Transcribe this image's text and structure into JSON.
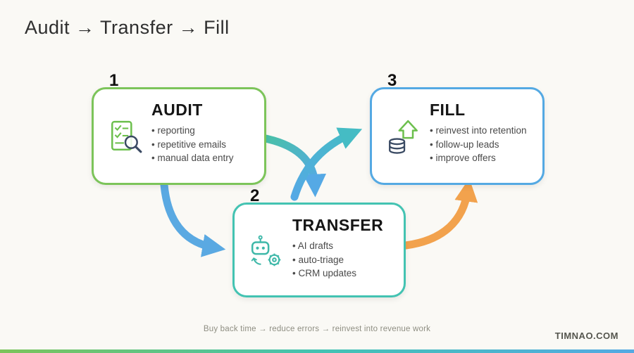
{
  "title": "Audit → Transfer → Fill",
  "steps": [
    {
      "number": "1",
      "title": "AUDIT",
      "bullets": [
        "reporting",
        "repetitive emails",
        "manual data entry"
      ],
      "accent_color": "#7cc45a",
      "icon": "checklist-magnifier-icon"
    },
    {
      "number": "2",
      "title": "TRANSFER",
      "bullets": [
        "AI drafts",
        "auto-triage",
        "CRM updates"
      ],
      "accent_color": "#43c3b2",
      "icon": "robot-gear-icon"
    },
    {
      "number": "3",
      "title": "FILL",
      "bullets": [
        "reinvest into retention",
        "follow-up leads",
        "improve offers"
      ],
      "accent_color": "#54a9e3",
      "icon": "coins-growth-icon"
    }
  ],
  "arrows": [
    {
      "name": "audit-to-transfer-left-arrow",
      "color": "#5aa9e2"
    },
    {
      "name": "audit-to-transfer-mid-arrow",
      "color_start": "#49c0a8",
      "color_end": "#55a9e5"
    },
    {
      "name": "transfer-to-fill-mid-arrow",
      "color_start": "#49c0a8",
      "color_end": "#45bcc4"
    },
    {
      "name": "transfer-to-fill-right-arrow",
      "color": "#f2a24d"
    }
  ],
  "footer": {
    "caption": "Buy back time → reduce errors → reinvest into revenue work",
    "watermark": "TIMNAO.COM"
  },
  "colors": {
    "background": "#faf9f5",
    "bottom_bar_gradient": [
      "#7cc45a",
      "#43c3b2",
      "#54a9e3"
    ]
  }
}
